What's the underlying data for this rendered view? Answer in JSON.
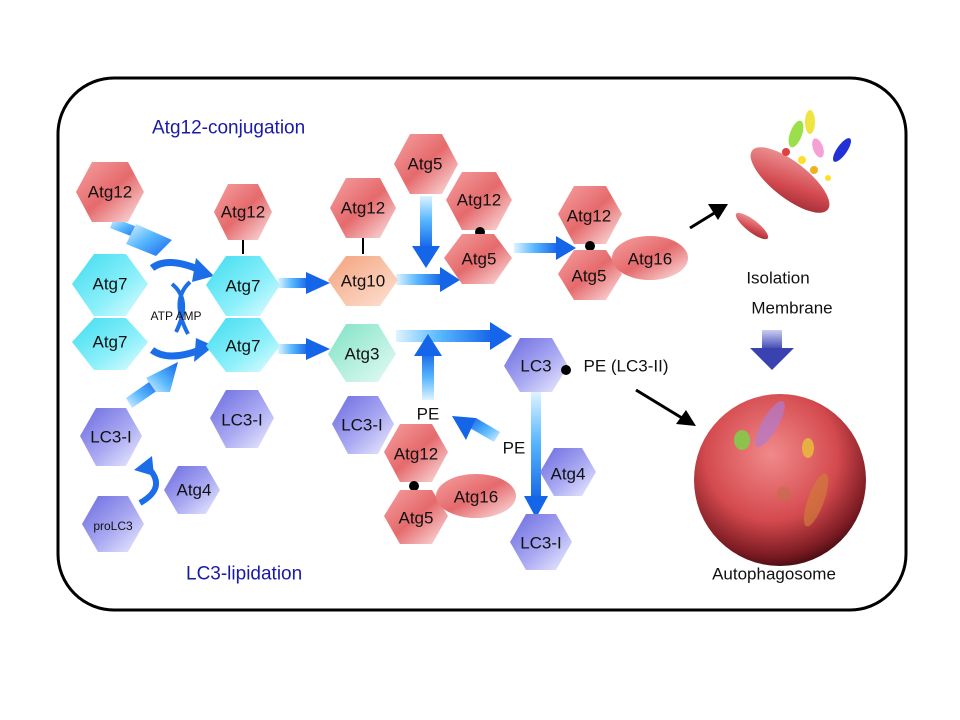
{
  "titles": {
    "conjugation": "Atg12-conjugation",
    "lipidation": "LC3-lipidation"
  },
  "labels": {
    "atg12": "Atg12",
    "atg7": "Atg7",
    "atg5": "Atg5",
    "atg10": "Atg10",
    "atg3": "Atg3",
    "atg16": "Atg16",
    "atg4": "Atg4",
    "lc3_i": "LC3-I",
    "prolc3": "proLC3",
    "lc3": "LC3",
    "pe": "PE",
    "pe_lc3_ii": "PE (LC3-II)",
    "atp_amp": "ATP AMP",
    "isolation": "Isolation",
    "membrane": "Membrane",
    "autophagosome": "Autophagosome"
  },
  "colors": {
    "frame": "#000000",
    "title_text": "#1a1aa8",
    "atg12_red": "#e8787a",
    "atg7_cyan": "#6ee8f5",
    "lc3_blue": "#8a8ae6",
    "atg10_orange": "#f2b08c",
    "atg3_mint": "#a8ecd8",
    "arrow_blue": "#2f8ff5"
  }
}
